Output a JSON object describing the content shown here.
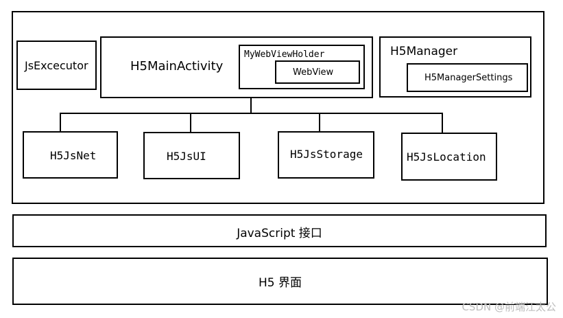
{
  "diagram": {
    "boxes": {
      "js_executor": "JsExcecutor",
      "h5_main_activity": "H5MainActivity",
      "my_webview_holder": "MyWebViewHolder",
      "webview": "WebView",
      "h5_manager": "H5Manager",
      "h5_manager_settings": "H5ManagerSettings",
      "h5_js_net": "H5JsNet",
      "h5_js_ui": "H5JsUI",
      "h5_js_storage": "H5JsStorage",
      "h5_js_location": "H5JsLocation"
    },
    "layers": {
      "javascript_interface": "JavaScript 接口",
      "h5_ui": "H5 界面"
    }
  },
  "watermark": "CSDN @前端江太公",
  "colors": {
    "stroke": "#000000",
    "background": "#ffffff",
    "watermark": "#bdbdbd"
  }
}
